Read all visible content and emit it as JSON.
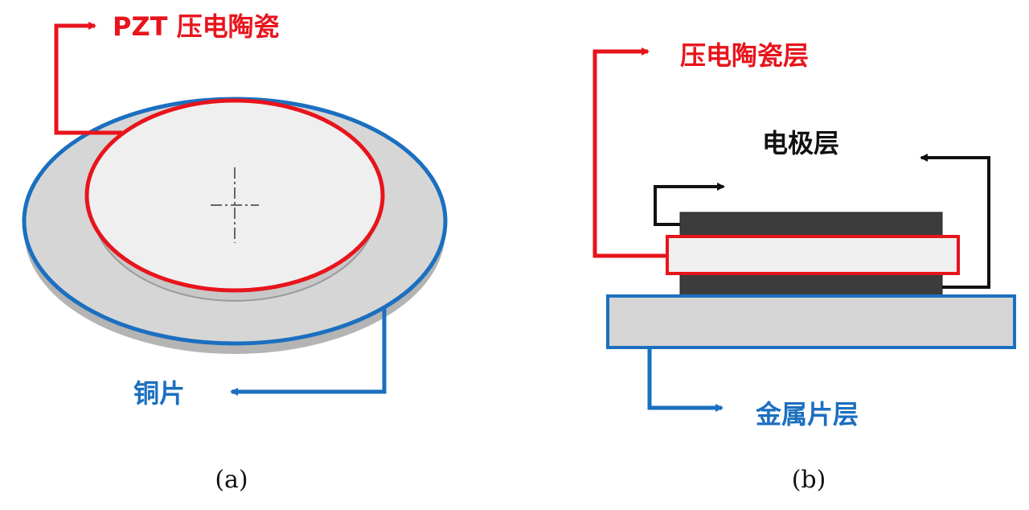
{
  "panel_a": {
    "label_pzt": "PZT 压电陶瓷",
    "label_copper": "铜片",
    "caption": "(a)"
  },
  "panel_b": {
    "label_piezo_layer": "压电陶瓷层",
    "label_electrode": "电极层",
    "label_metal_layer": "金属片层",
    "caption": "(b)"
  },
  "colors": {
    "red": "#e8141c",
    "blue": "#1b6fc0",
    "black": "#111111",
    "disc_gray": "#d6d6d6",
    "disc_edge": "#b4b4b4",
    "ceramic": "#efefef",
    "electrode": "#3c3c3c",
    "metal": "#d5d5d5"
  }
}
